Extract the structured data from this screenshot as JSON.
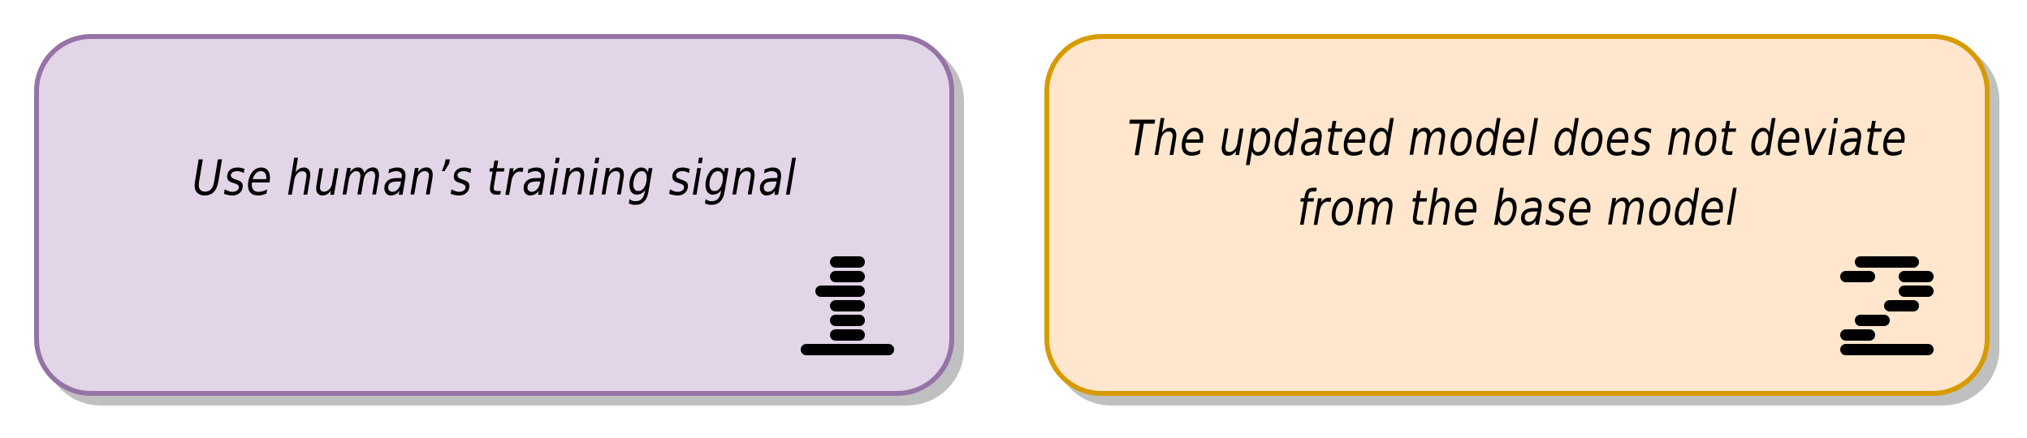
{
  "cards": [
    {
      "text": "Use human’s training signal",
      "fill": "#e1d5e7",
      "stroke": "#9673a6",
      "step_number": "1",
      "step_icon": "pixel-number-one-icon"
    },
    {
      "text": "The updated model does not deviate from the base model",
      "line1": "The updated model does not deviate",
      "line2": "from the base model",
      "fill": "#ffe6cc",
      "stroke": "#d79b00",
      "step_number": "2",
      "step_icon": "pixel-number-two-icon"
    }
  ],
  "shadow_color": "#c0c0c0"
}
